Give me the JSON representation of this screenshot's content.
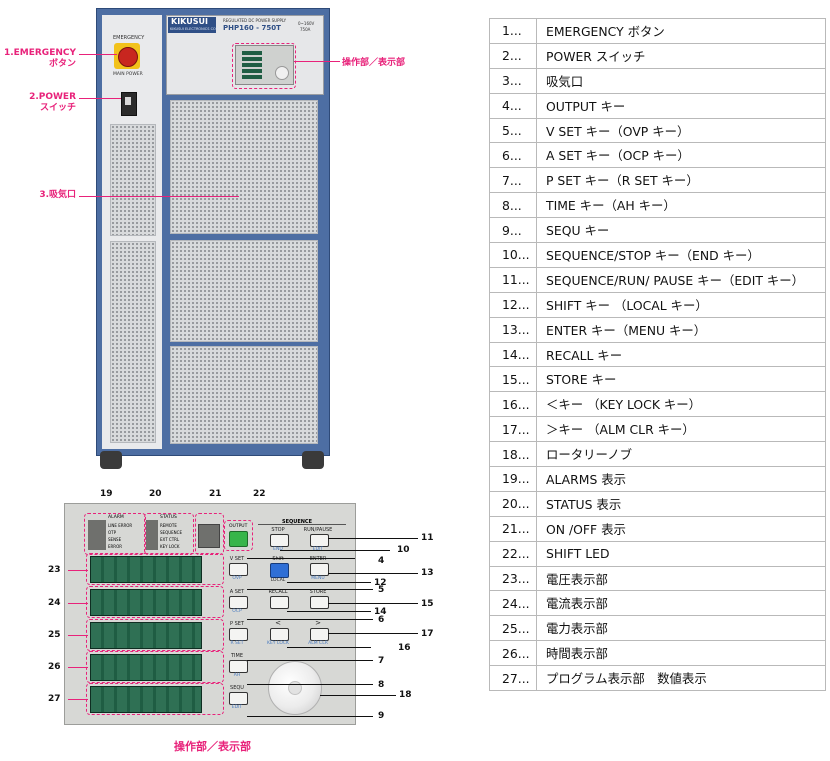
{
  "unit": {
    "brand": "KIKUSUI",
    "brand_sub": "KIKUSUI ELECTRONICS CORP.",
    "product_line": "REGULATED DC POWER SUPPLY",
    "model": "PHP160 - 750T",
    "rating_v": "0~160V",
    "rating_a": "750A",
    "emergency_label": "EMERGENCY",
    "main_power_label": "MAIN POWER"
  },
  "callouts": {
    "emergency": "1.EMERGENCY\nボタン",
    "power": "2.POWER\nスイッチ",
    "intake": "3.吸気口",
    "panel": "操作部／表示部",
    "bottom_caption": "操作部／表示部"
  },
  "front_panel": {
    "alarm_title": "ALARM",
    "alarm_items": [
      "LINE ERROR",
      "OTP",
      "SENSE",
      "ERROR"
    ],
    "status_title": "STATUS",
    "status_items": [
      "REMOTE",
      "SEQUENCE",
      "EXT CTRL",
      "KEY LOCK"
    ],
    "output_label": "OUTPUT",
    "sequence_title": "SEQUENCE",
    "stop_label": "STOP",
    "end_label": "END",
    "run_label": "RUN/PAUSE",
    "edit_label": "EDIT",
    "vset_label": "V SET",
    "ovp_label": "OVP",
    "shift_label": "Shift",
    "local_label": "LOCAL",
    "enter_label": "ENTER",
    "menu_label": "MENU",
    "aset_label": "A SET",
    "ocp_label": "OCP",
    "recall_label": "RECALL",
    "store_label": "STORE",
    "pset_label": "P SET",
    "rset_label": "R SET",
    "lt_label": "<",
    "keylock_label": "KEY LOCK",
    "gt_label": ">",
    "almclr_label": "ALM CLR",
    "time_label": "TIME",
    "ah_label": "AH",
    "sequ_label": "SEQU",
    "edit2_label": "EDIT"
  },
  "numbers": [
    "1",
    "2",
    "3",
    "4",
    "5",
    "6",
    "7",
    "8",
    "9",
    "10",
    "11",
    "12",
    "13",
    "14",
    "15",
    "16",
    "17",
    "18",
    "19",
    "20",
    "21",
    "22",
    "23",
    "24",
    "25",
    "26",
    "27"
  ],
  "table": [
    {
      "num": "1...",
      "label": "EMERGENCY ボタン"
    },
    {
      "num": "2...",
      "label": "POWER スイッチ"
    },
    {
      "num": "3...",
      "label": "吸気口"
    },
    {
      "num": "4...",
      "label": "OUTPUT キー"
    },
    {
      "num": "5...",
      "label": "V SET キー（OVP キー）"
    },
    {
      "num": "6...",
      "label": "A SET キー（OCP キー）"
    },
    {
      "num": "7...",
      "label": "P SET キー（R SET キー）"
    },
    {
      "num": "8...",
      "label": "TIME キー（AH キー）"
    },
    {
      "num": "9...",
      "label": "SEQU キー"
    },
    {
      "num": "10...",
      "label": "SEQUENCE/STOP キー（END キー）"
    },
    {
      "num": "11...",
      "label": "SEQUENCE/RUN/ PAUSE キー（EDIT キー）"
    },
    {
      "num": "12...",
      "label": "SHIFT キー （LOCAL キー）"
    },
    {
      "num": "13...",
      "label": "ENTER キー（MENU キー）"
    },
    {
      "num": "14...",
      "label": "RECALL キー"
    },
    {
      "num": "15...",
      "label": "STORE キー"
    },
    {
      "num": "16...",
      "label": "＜キー （KEY LOCK キー）"
    },
    {
      "num": "17...",
      "label": "＞キー （ALM CLR キー）"
    },
    {
      "num": "18...",
      "label": "ロータリーノブ"
    },
    {
      "num": "19...",
      "label": "ALARMS 表示"
    },
    {
      "num": "20...",
      "label": "STATUS 表示"
    },
    {
      "num": "21...",
      "label": "ON /OFF 表示"
    },
    {
      "num": "22...",
      "label": "SHIFT LED"
    },
    {
      "num": "23...",
      "label": "電圧表示部"
    },
    {
      "num": "24...",
      "label": "電流表示部"
    },
    {
      "num": "25...",
      "label": "電力表示部"
    },
    {
      "num": "26...",
      "label": "時間表示部"
    },
    {
      "num": "27...",
      "label": "プログラム表示部　数値表示"
    }
  ],
  "colors": {
    "accent": "#e8227a",
    "cabinet": "#4d6ea3",
    "display": "#1f5d43"
  }
}
